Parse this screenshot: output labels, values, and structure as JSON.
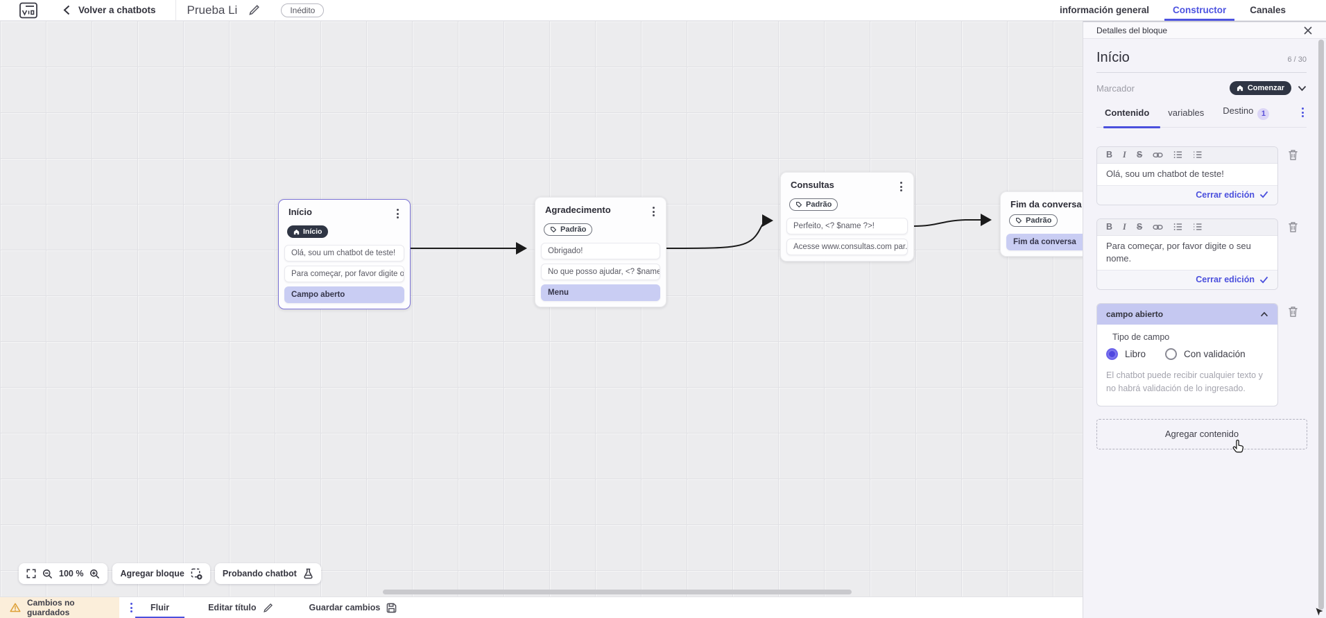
{
  "topbar": {
    "back_label": "Volver a chatbots",
    "title": "Prueba Li",
    "status_badge": "Inédito",
    "tabs": {
      "info": "información general",
      "builder": "Constructor",
      "channels": "Canales"
    }
  },
  "canvas": {
    "controls": {
      "zoom_level": "100 %",
      "add_block": "Agregar bloque",
      "test_chatbot": "Probando chatbot"
    },
    "blocks": [
      {
        "title": "Início",
        "badge": "Início",
        "items": [
          {
            "text": "Olá, sou um chatbot de teste!"
          },
          {
            "text": "Para começar, por favor digite o ..."
          },
          {
            "text": "Campo aberto"
          }
        ]
      },
      {
        "title": "Agradecimento",
        "badge": "Padrão",
        "items": [
          {
            "text": "Obrigado!"
          },
          {
            "text": "No que posso ajudar, <? $name ..."
          },
          {
            "text": "Menu"
          }
        ]
      },
      {
        "title": "Consultas",
        "badge": "Padrão",
        "items": [
          {
            "text": "Perfeito, <? $name ?>!"
          },
          {
            "text": "Acesse www.consultas.com par..."
          }
        ]
      },
      {
        "title": "Fim da conversa",
        "badge": "Padrão",
        "items": [
          {
            "text": "Fim da conversa"
          }
        ]
      }
    ]
  },
  "bottombar": {
    "unsaved": "Cambios no guardados",
    "flow_tab": "Fluir",
    "edit_title": "Editar título",
    "save": "Guardar cambios"
  },
  "panel": {
    "header": "Detalles del bloque",
    "block_name": "Início",
    "counter": "6 / 30",
    "marker_label": "Marcador",
    "marker_value": "Comenzar",
    "tabs": {
      "content": "Contenido",
      "variables": "variables",
      "destination": "Destino",
      "destination_badge": "1"
    },
    "editors": [
      {
        "text": "Olá, sou um chatbot de teste!",
        "close_label": "Cerrar edición"
      },
      {
        "text": "Para começar, por favor digite o seu nome.",
        "close_label": "Cerrar edición"
      }
    ],
    "open_field": {
      "header": "campo abierto",
      "type_label": "Tipo de campo",
      "options": [
        {
          "label": "Libro"
        },
        {
          "label": "Con validación"
        }
      ],
      "helper": "El chatbot puede recibir cualquier texto y no habrá validación de lo ingresado."
    },
    "add_content": "Agregar contenido"
  },
  "colors": {
    "accent": "#4b50dd",
    "dark_pill": "#2f3544",
    "selected_row": "#c9cdf3",
    "field_header": "#c5c8f1",
    "warning_bg": "#fbeeda",
    "warning_icon": "#dd9f35",
    "panel_bg": "#f4f3f9"
  }
}
